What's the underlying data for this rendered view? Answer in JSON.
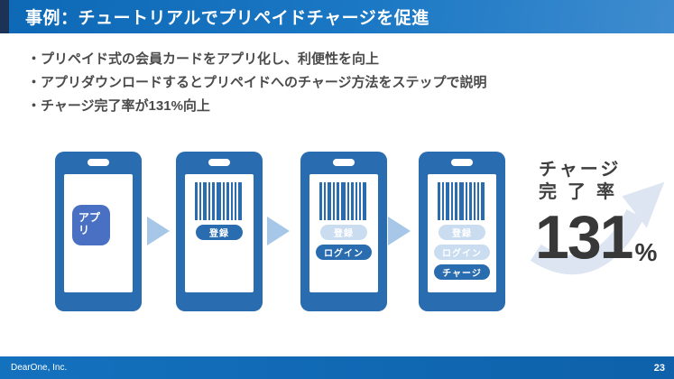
{
  "header": {
    "title": "事例：チュートリアルでプリペイドチャージを促進"
  },
  "bullets": [
    "・プリペイド式の会員カードをアプリ化し、利便性を向上",
    "・アプリダウンロードするとプリペイドへのチャージ方法をステップで説明",
    "・チャージ完了率が131%向上"
  ],
  "flow": {
    "phones": [
      {
        "screen": "app-icon",
        "app_icon": {
          "line1": "アプ",
          "line2": "リ"
        },
        "buttons": []
      },
      {
        "screen": "barcode",
        "buttons": [
          {
            "label": "登録",
            "state": "active"
          }
        ]
      },
      {
        "screen": "barcode",
        "buttons": [
          {
            "label": "登録",
            "state": "faded"
          },
          {
            "label": "ログイン",
            "state": "active"
          }
        ]
      },
      {
        "screen": "barcode",
        "buttons": [
          {
            "label": "登録",
            "state": "faded"
          },
          {
            "label": "ログイン",
            "state": "faded"
          },
          {
            "label": "チャージ",
            "state": "active"
          }
        ]
      }
    ]
  },
  "result": {
    "label_line1": "チャージ",
    "label_line2": "完了率",
    "value": "131",
    "unit": "%"
  },
  "footer": {
    "company": "DearOne, Inc.",
    "page_number": "23"
  },
  "colors": {
    "header_gradient_start": "#0d68b5",
    "header_gradient_end": "#3f8ccf",
    "accent_navy": "#1c3357",
    "phone_blue": "#2a6cb0",
    "app_icon_blue": "#4a70c4",
    "faded_button_blue": "#cadcf0",
    "flow_arrow_blue": "#a6c7e8",
    "swoosh_blue": "#dce5f1",
    "body_text": "#4b4b4b",
    "result_text": "#383838"
  }
}
